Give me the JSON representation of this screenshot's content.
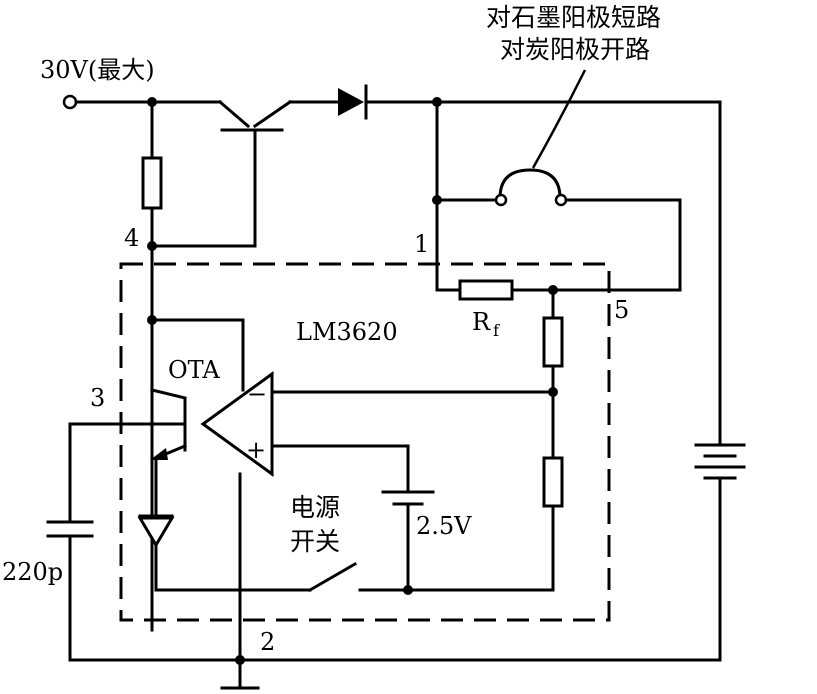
{
  "labels": {
    "supply": "30V(最大)",
    "annotation_line1": "对石墨阳极短路",
    "annotation_line2": "对炭阳极开路",
    "chip": "LM3620",
    "ota": "OTA",
    "pin1": "1",
    "pin2": "2",
    "pin3": "3",
    "pin4": "4",
    "pin5": "5",
    "rf_main": "R",
    "rf_sub": "f",
    "capacitor": "220p",
    "reference_voltage": "2.5V",
    "switch_line1": "电源",
    "switch_line2": "开关",
    "opamp_minus": "−",
    "opamp_plus": "+"
  }
}
